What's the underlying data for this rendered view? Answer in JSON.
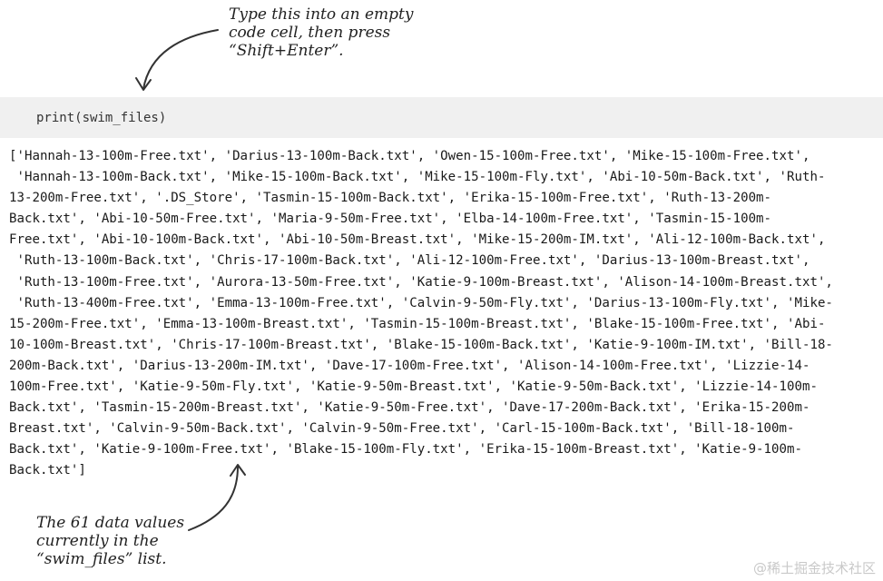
{
  "annotations": {
    "top": "Type this into an empty\ncode cell, then press\n“Shift+Enter”.",
    "bottom": "The 61 data values\ncurrently in the\n“swim_files” list."
  },
  "input_cell": {
    "code": "print(swim_files)"
  },
  "output_lines": [
    "['Hannah-13-100m-Free.txt', 'Darius-13-100m-Back.txt', 'Owen-15-100m-Free.txt', 'Mike-15-100m-Free.txt',",
    " 'Hannah-13-100m-Back.txt', 'Mike-15-100m-Back.txt', 'Mike-15-100m-Fly.txt', 'Abi-10-50m-Back.txt', 'Ruth-",
    "13-200m-Free.txt', '.DS_Store', 'Tasmin-15-100m-Back.txt', 'Erika-15-100m-Free.txt', 'Ruth-13-200m-",
    "Back.txt', 'Abi-10-50m-Free.txt', 'Maria-9-50m-Free.txt', 'Elba-14-100m-Free.txt', 'Tasmin-15-100m-",
    "Free.txt', 'Abi-10-100m-Back.txt', 'Abi-10-50m-Breast.txt', 'Mike-15-200m-IM.txt', 'Ali-12-100m-Back.txt',",
    " 'Ruth-13-100m-Back.txt', 'Chris-17-100m-Back.txt', 'Ali-12-100m-Free.txt', 'Darius-13-100m-Breast.txt',",
    " 'Ruth-13-100m-Free.txt', 'Aurora-13-50m-Free.txt', 'Katie-9-100m-Breast.txt', 'Alison-14-100m-Breast.txt',",
    " 'Ruth-13-400m-Free.txt', 'Emma-13-100m-Free.txt', 'Calvin-9-50m-Fly.txt', 'Darius-13-100m-Fly.txt', 'Mike-",
    "15-200m-Free.txt', 'Emma-13-100m-Breast.txt', 'Tasmin-15-100m-Breast.txt', 'Blake-15-100m-Free.txt', 'Abi-",
    "10-100m-Breast.txt', 'Chris-17-100m-Breast.txt', 'Blake-15-100m-Back.txt', 'Katie-9-100m-IM.txt', 'Bill-18-",
    "200m-Back.txt', 'Darius-13-200m-IM.txt', 'Dave-17-100m-Free.txt', 'Alison-14-100m-Free.txt', 'Lizzie-14-",
    "100m-Free.txt', 'Katie-9-50m-Fly.txt', 'Katie-9-50m-Breast.txt', 'Katie-9-50m-Back.txt', 'Lizzie-14-100m-",
    "Back.txt', 'Tasmin-15-200m-Breast.txt', 'Katie-9-50m-Free.txt', 'Dave-17-200m-Back.txt', 'Erika-15-200m-",
    "Breast.txt', 'Calvin-9-50m-Back.txt', 'Calvin-9-50m-Free.txt', 'Carl-15-100m-Back.txt', 'Bill-18-100m-",
    "Back.txt', 'Katie-9-100m-Free.txt', 'Blake-15-100m-Fly.txt', 'Erika-15-100m-Breast.txt', 'Katie-9-100m-",
    "Back.txt']"
  ],
  "watermark": "@稀土掘金技术社区"
}
